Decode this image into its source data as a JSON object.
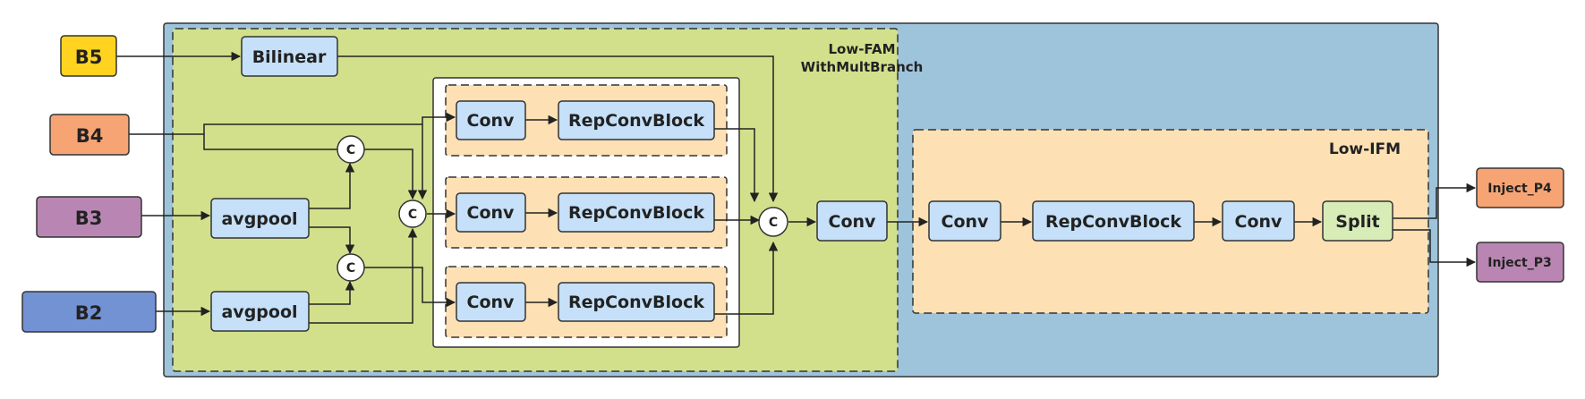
{
  "colors": {
    "outer_bg": "#9ec4dc",
    "fam_bg": "#d2e08c",
    "branch_bg": "#fde0b4",
    "ifm_bg": "#fde0b4",
    "module": "#c5e0f8",
    "split": "#d8ecb8",
    "b5": "#ffd320",
    "b4": "#f7a474",
    "b3": "#b986b4",
    "b2": "#7292d4",
    "inject_p4": "#f7a474",
    "inject_p3": "#b986b4"
  },
  "inputs": {
    "b5": "B5",
    "b4": "B4",
    "b3": "B3",
    "b2": "B2"
  },
  "fam": {
    "title_line1": "Low-FAM",
    "title_line2": "WithMultBranch",
    "bilinear": "Bilinear",
    "avgpool_top": "avgpool",
    "avgpool_bottom": "avgpool",
    "concat_symbol": "C"
  },
  "branches": [
    {
      "conv": "Conv",
      "rep": "RepConvBlock"
    },
    {
      "conv": "Conv",
      "rep": "RepConvBlock"
    },
    {
      "conv": "Conv",
      "rep": "RepConvBlock"
    }
  ],
  "fuse_conv": "Conv",
  "ifm": {
    "title": "Low-IFM",
    "conv1": "Conv",
    "rep": "RepConvBlock",
    "conv2": "Conv",
    "split": "Split"
  },
  "outputs": {
    "p4": "Inject_P4",
    "p3": "Inject_P3"
  }
}
